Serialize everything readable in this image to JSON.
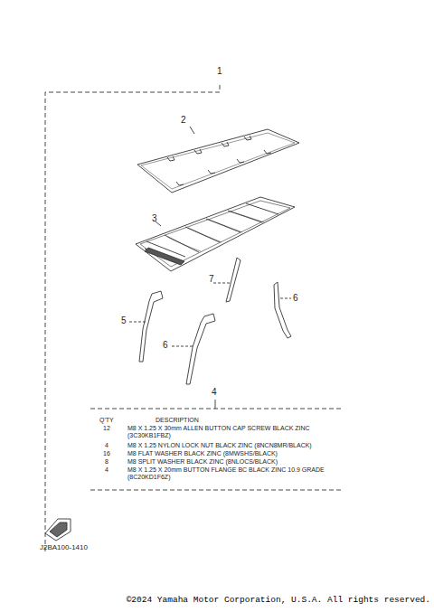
{
  "diagram": {
    "labels": [
      "1",
      "2",
      "3",
      "7",
      "6",
      "5",
      "6",
      "4",
      "Q'TY",
      "DESCRIPTION",
      "12",
      "M8 X 1.25 X 30mm ALLEN BUTTON CAP SCREW BLACK ZINC (3C30KB1FBZ)",
      "4",
      "M8 X 1.25 NYLON LOCK NUT BLACK ZINC (8NCN8MR/BLACK)",
      "16",
      "M8 FLAT WASHER BLACK ZINC (8MWSHS/BLACK)",
      "8",
      "M8 SPLIT WASHER BLACK ZINC (8NLOCS/BLACK)",
      "4",
      "M8 X 1.25 X 20mm BUTTON FLANGE BC BLACK ZINC 10.9 GRADE (8C20KD1F6Z)",
      "J2BA100-1410",
      "©2024 Yamaha Motor Corporation, U.S.A. All rights reserved."
    ]
  }
}
